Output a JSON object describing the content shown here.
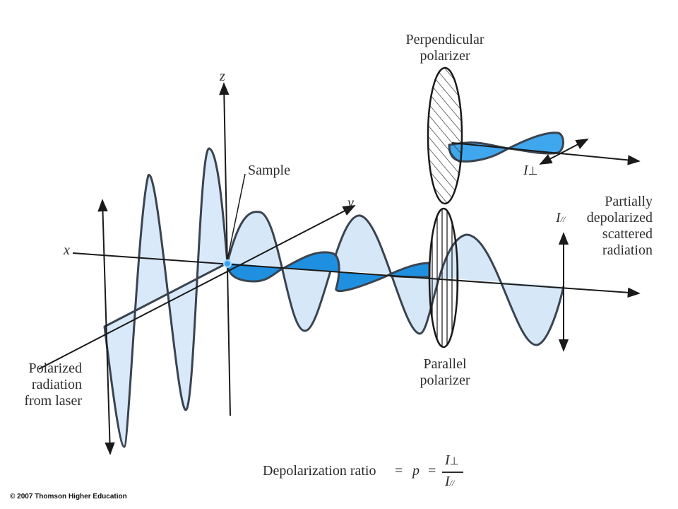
{
  "labels": {
    "axis_x": "x",
    "axis_y": "y",
    "axis_z": "z",
    "sample": "Sample",
    "perpendicular_polarizer": [
      "Perpendicular",
      "polarizer"
    ],
    "parallel_polarizer": [
      "Parallel",
      "polarizer"
    ],
    "scattered_radiation": [
      "Partially",
      "depolarized",
      "scattered",
      "radiation"
    ],
    "laser_radiation": [
      "Polarized",
      "radiation",
      "from laser"
    ],
    "i_perp": "I",
    "perp_symbol": "⊥",
    "i_par": "I",
    "par_symbol": "//"
  },
  "formula": {
    "text": "Depolarization ratio",
    "eq": "=",
    "p": "p",
    "num": "I",
    "num_sub": "⊥",
    "den": "I",
    "den_sub": "//"
  },
  "copyright": "© 2007 Thomson Higher Education",
  "colors": {
    "light_wave": "#cfe4f7",
    "dark_wave": "#1f8fe0",
    "medium_wave": "#3fa7ee",
    "outline": "#3a4450",
    "line": "#1a1a1a"
  }
}
